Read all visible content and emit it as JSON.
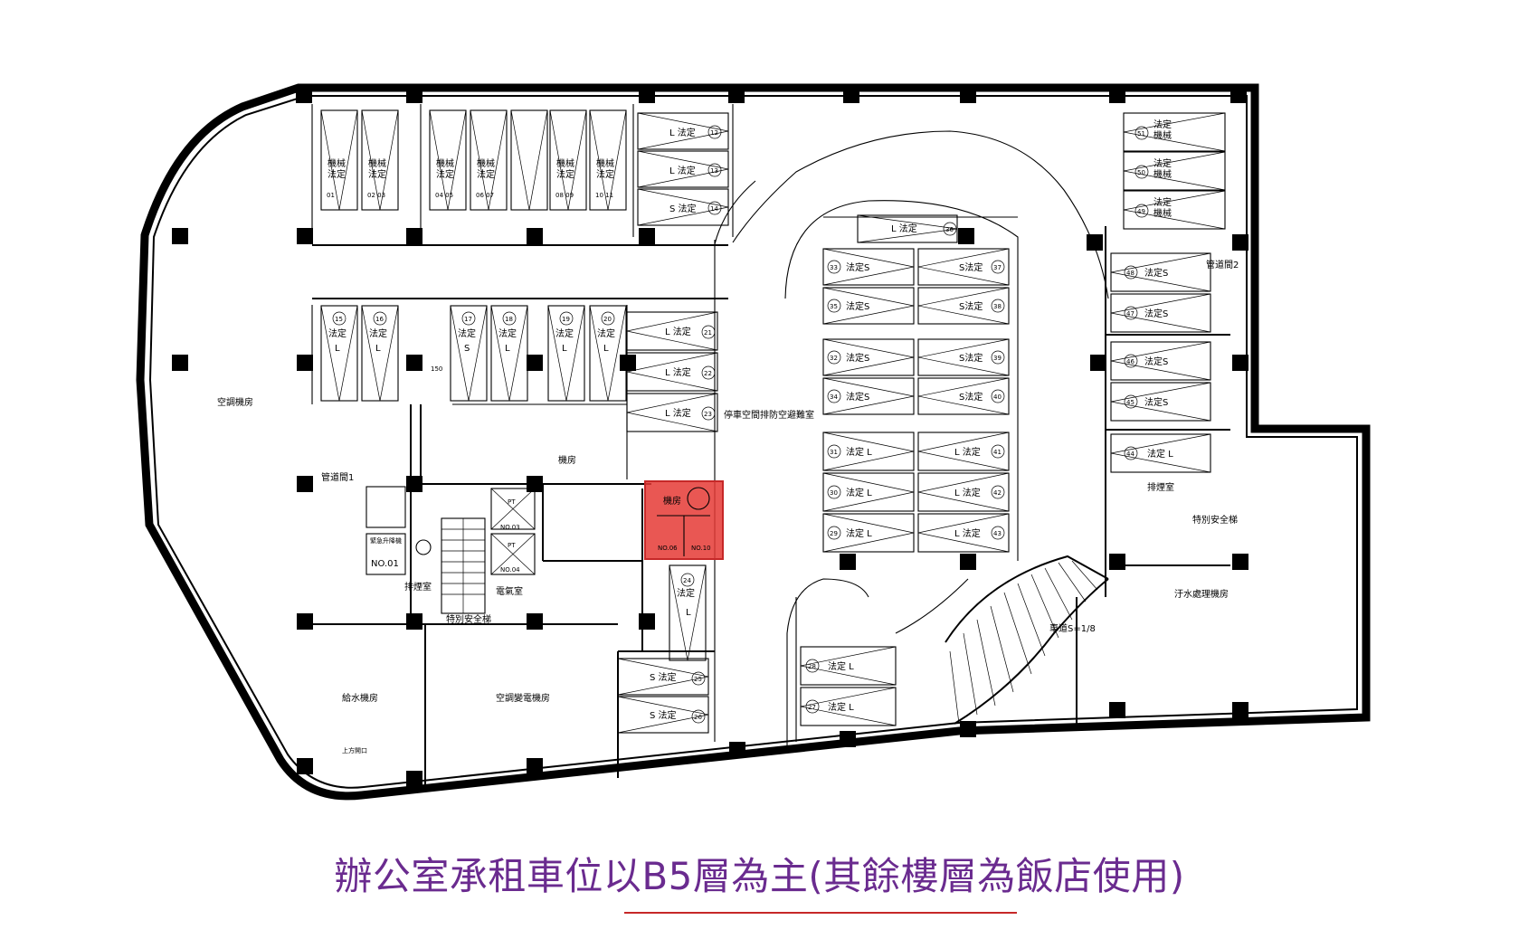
{
  "caption": "辦公室承租車位以B5層為主(其餘樓層為飯店使用)",
  "colors": {
    "highlight": "#e53935",
    "caption": "#6a2b8f",
    "rule": "#c62828"
  },
  "rooms": {
    "ac_room": "空調機房",
    "shaft_1": "管道間1",
    "shaft_2": "管道間2",
    "machine_room": "機房",
    "water_pump": "給水機房",
    "ac_power": "空調變電機房",
    "sewage": "汙水處理機房",
    "exhaust": "排煙室",
    "exhaust_2": "排煙室",
    "stair_special": "特別安全梯",
    "stair_special_2": "特別安全梯",
    "elec_room": "電氣室",
    "ramp": "車道S=1/8",
    "fire_label": "停車空間排防空避難室",
    "lift_label": "緊急升降機",
    "lift_no": "NO.01",
    "elevator_3": "NO.03",
    "elevator_4": "NO.04",
    "pt": "PT",
    "hl_room": "機房",
    "hl_no_a": "NO.06",
    "hl_no_b": "NO.10",
    "opening": "上方開口",
    "dim_150": "150"
  },
  "parking": {
    "top_mech": [
      "機械\n法定",
      "機械\n法定",
      "機械\n法定",
      "機械\n法定",
      "機械\n法定",
      "機械\n法定"
    ],
    "top_nums": [
      "01",
      "02 03",
      "04 05",
      "06 07",
      "08 09",
      "10 11"
    ],
    "row2": [
      {
        "num": "15",
        "t": "法定",
        "s": "L"
      },
      {
        "num": "16",
        "t": "法定",
        "s": "L"
      },
      {
        "num": "17",
        "t": "法定",
        "s": "S"
      },
      {
        "num": "18",
        "t": "法定",
        "s": "L"
      },
      {
        "num": "19",
        "t": "法定",
        "s": "L"
      },
      {
        "num": "20",
        "t": "法定",
        "s": "L"
      }
    ],
    "right_top": [
      {
        "t": "L 法定",
        "num": "12"
      },
      {
        "t": "L 法定",
        "num": "13"
      },
      {
        "t": "S 法定",
        "num": "14"
      }
    ],
    "mid_left": [
      {
        "t": "L 法定",
        "num": "21"
      },
      {
        "t": "L 法定",
        "num": "22"
      },
      {
        "t": "L 法定",
        "num": "23"
      }
    ],
    "island_top": [
      {
        "num": "36",
        "t": "L 法定"
      },
      {
        "num": "37",
        "t": "S法定"
      },
      {
        "num": "38",
        "t": "S法定"
      },
      {
        "num": "34",
        "t": "法定S"
      },
      {
        "num": "35",
        "t": "法定S"
      },
      {
        "num": "33",
        "t": "法定S"
      },
      {
        "num": "32",
        "t": "法定S"
      },
      {
        "num": "39",
        "t": "S法定"
      },
      {
        "num": "40",
        "t": "S法定"
      }
    ],
    "island_bottom": [
      {
        "num": "31",
        "t": "法定 L"
      },
      {
        "num": "30",
        "t": "法定 L"
      },
      {
        "num": "29",
        "t": "法定 L"
      },
      {
        "num": "41",
        "t": "L 法定"
      },
      {
        "num": "42",
        "t": "L 法定"
      },
      {
        "num": "43",
        "t": "L 法定"
      }
    ],
    "lower": [
      {
        "num": "24",
        "t": "法定"
      },
      {
        "num": "25",
        "t": "S 法定"
      },
      {
        "num": "26",
        "t": "S 法定"
      },
      {
        "num": "28",
        "t": "法定 L"
      },
      {
        "num": "27",
        "t": "法定 L"
      }
    ],
    "right": [
      {
        "num": "51",
        "t": "法定\n機械"
      },
      {
        "num": "50",
        "t": "法定\n機械"
      },
      {
        "num": "49",
        "t": "法定\n機械"
      },
      {
        "num": "48",
        "t": "法定S"
      },
      {
        "num": "47",
        "t": "法定S"
      },
      {
        "num": "46",
        "t": "法定S"
      },
      {
        "num": "45",
        "t": "法定S"
      },
      {
        "num": "44",
        "t": "法定 L"
      }
    ],
    "L": "L",
    "S": "S"
  }
}
